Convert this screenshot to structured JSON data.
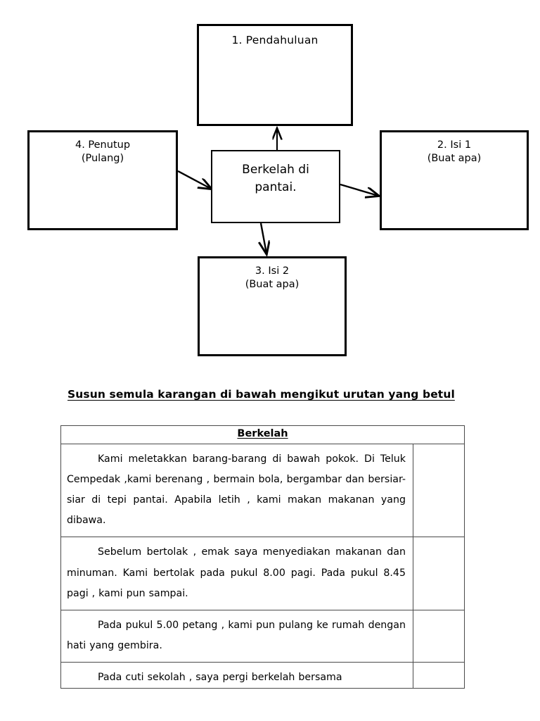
{
  "diagram": {
    "nodes": [
      {
        "id": "pendahuluan",
        "label": "1.  Pendahuluan"
      },
      {
        "id": "penutup",
        "label": "4. Penutup\n(Pulang)"
      },
      {
        "id": "isi1",
        "label": "2. Isi 1\n(Buat apa)"
      },
      {
        "id": "isi2",
        "label": "3. Isi 2\n(Buat apa)"
      },
      {
        "id": "center",
        "label": "Berkelah di\npantai."
      }
    ],
    "arrows": [
      {
        "from": "center",
        "to": "pendahuluan",
        "direction": "up"
      },
      {
        "from": "penutup",
        "to": "center",
        "direction": "right-down"
      },
      {
        "from": "center",
        "to": "isi1",
        "direction": "right-down"
      },
      {
        "from": "center",
        "to": "isi2",
        "direction": "down"
      }
    ],
    "line_color": "#000000"
  },
  "heading": {
    "text": "Susun semula karangan di bawah mengikut urutan yang betul"
  },
  "table": {
    "title": "Berkelah",
    "rows": [
      {
        "text": "Kami meletakkan barang-barang di bawah pokok. Di Teluk Cempedak ,kami berenang , bermain bola, bergambar dan bersiar-siar di tepi pantai. Apabila letih , kami makan makanan yang dibawa.",
        "answer": ""
      },
      {
        "text": "Sebelum bertolak , emak saya menyediakan makanan dan minuman. Kami bertolak pada pukul 8.00 pagi. Pada pukul 8.45 pagi , kami pun sampai.",
        "answer": ""
      },
      {
        "text": "Pada pukul 5.00 petang , kami pun pulang ke rumah dengan hati yang gembira.",
        "answer": ""
      },
      {
        "text": "Pada cuti sekolah , saya  pergi berkelah bersama",
        "answer": ""
      }
    ]
  }
}
